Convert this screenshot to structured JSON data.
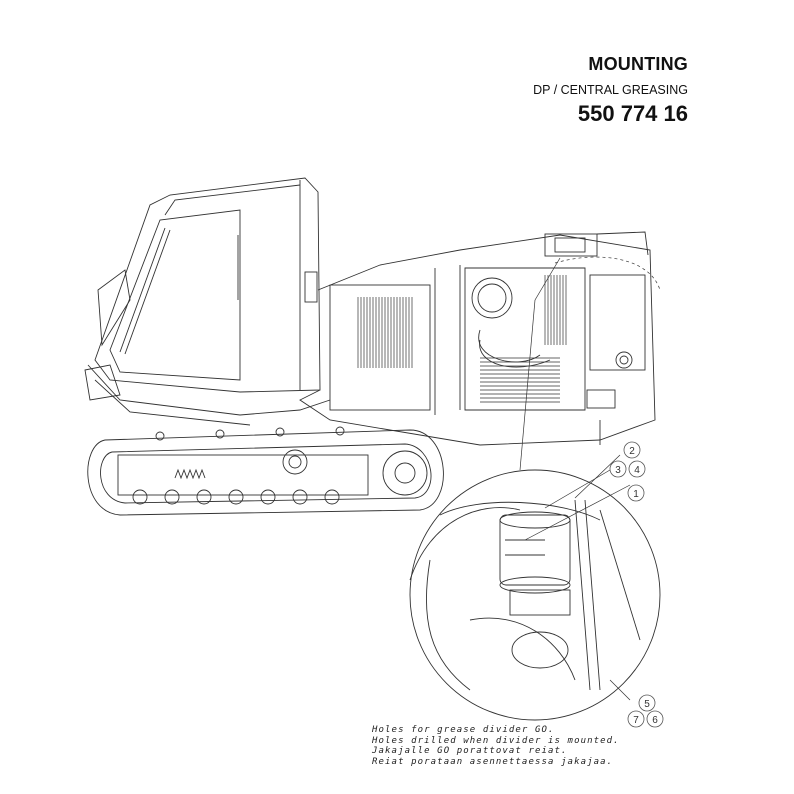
{
  "header": {
    "title": "MOUNTING",
    "subtitle": "DP / CENTRAL GREASING",
    "part_number": "550 774 16"
  },
  "callouts": [
    "1",
    "2",
    "3",
    "4",
    "5",
    "6",
    "7"
  ],
  "notes": [
    "Holes for grease divider GO.",
    "Holes drilled when divider is mounted.",
    "Jakajalle GO porattovat reiat.",
    "Reiat porataan asennettaessa jakajaa."
  ]
}
